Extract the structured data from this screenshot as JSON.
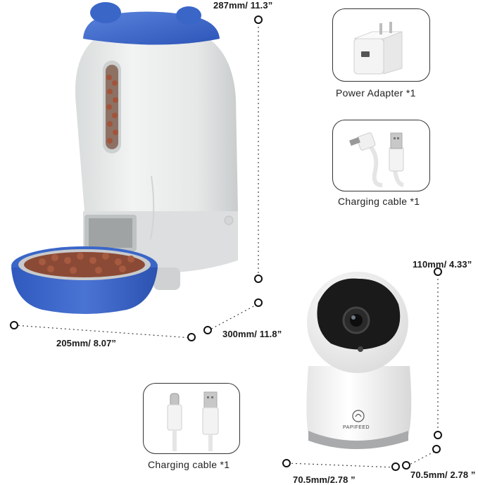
{
  "dimensions": {
    "feeder_height": "287mm/ 11.3”",
    "feeder_width": "205mm/ 8.07”",
    "feeder_depth": "300mm/ 11.8”",
    "camera_height": "110mm/ 4.33”",
    "camera_width": "70.5mm/2.78 ”",
    "camera_depth": "70.5mm/ 2.78 ”"
  },
  "accessories": [
    {
      "label": "Power Adapter *1",
      "icon": "power-adapter"
    },
    {
      "label": "Charging cable *1",
      "icon": "dc-to-usb-cable"
    },
    {
      "label": "Charging cable *1",
      "icon": "usb-c-to-usb-cable"
    }
  ],
  "camera_brand": "PAPIFEED",
  "colors": {
    "feeder_body": "#e9ebea",
    "feeder_accent": "#3a66c8",
    "camera_body": "#f4f4f4",
    "camera_face": "#1a1a1a",
    "camera_base": "#a8aaac"
  }
}
